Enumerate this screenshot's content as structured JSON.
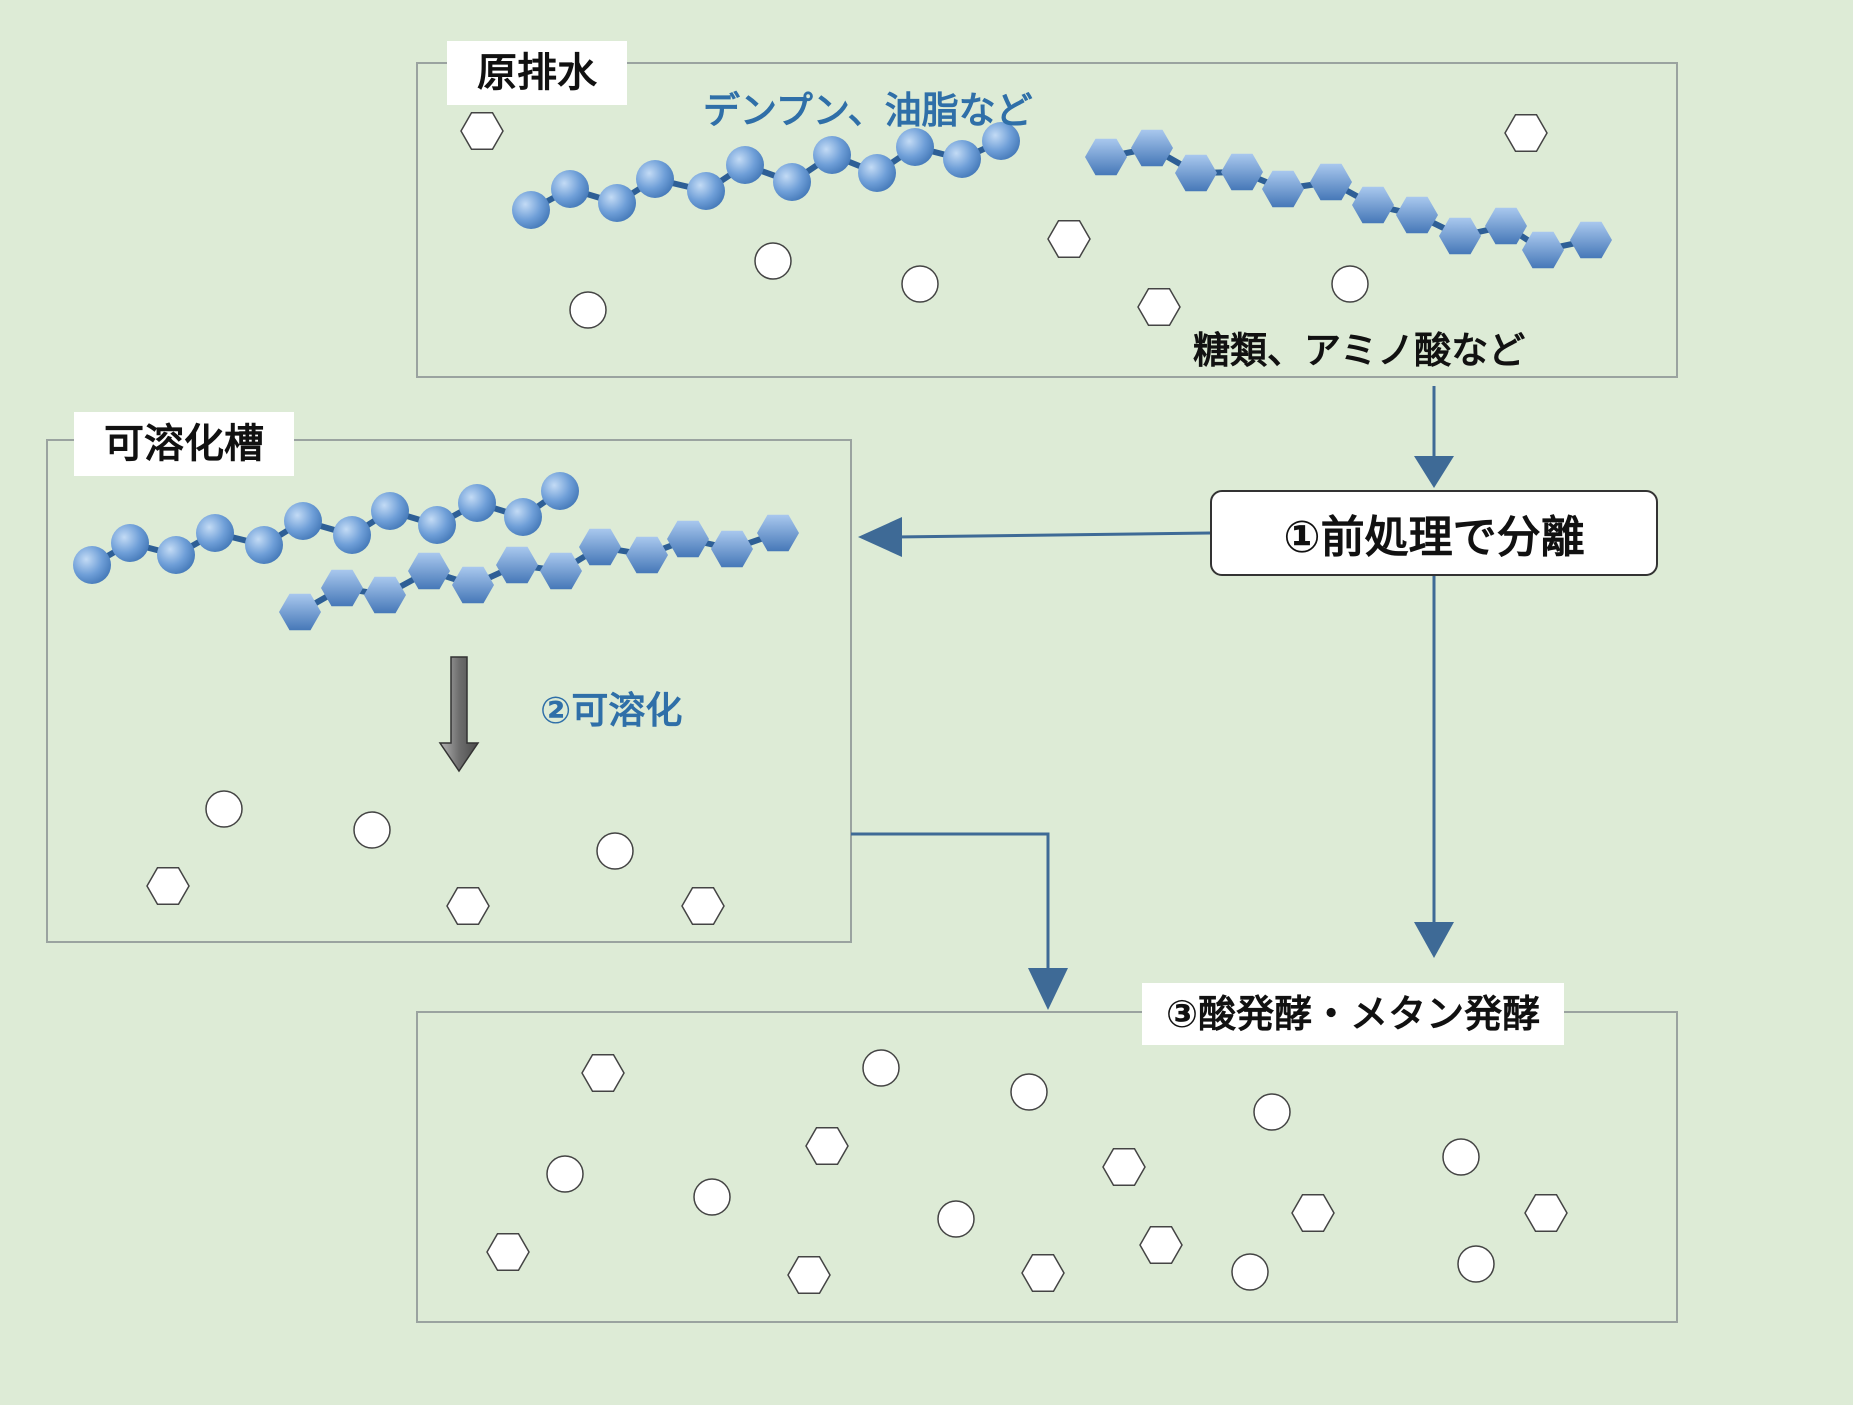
{
  "colors": {
    "background": "#ddebd6",
    "chain": "#5b8fcf",
    "chain_highlight": "#a9c8ee",
    "link": "#2e5f96",
    "arrow": "#3e6a96",
    "box_border": "#9aa3a0",
    "small_molecule_fill": "#ffffff",
    "solubilize_arrow": "#808080"
  },
  "raw_wastewater": {
    "title": "原排水",
    "polymer_label": "デンプン、油脂など",
    "small_label": "糖類、アミノ酸など"
  },
  "step1": {
    "label": "①前処理で分離"
  },
  "solubilization_tank": {
    "title": "可溶化槽",
    "step_label": "②可溶化"
  },
  "fermentation": {
    "title": "③酸発酵・メタン発酵"
  },
  "icons": {
    "round_bead": "sphere-molecule-icon",
    "hex_bead": "hexagon-molecule-icon",
    "circle": "circle-molecule-icon",
    "hexagon": "hexagon-small-molecule-icon"
  }
}
